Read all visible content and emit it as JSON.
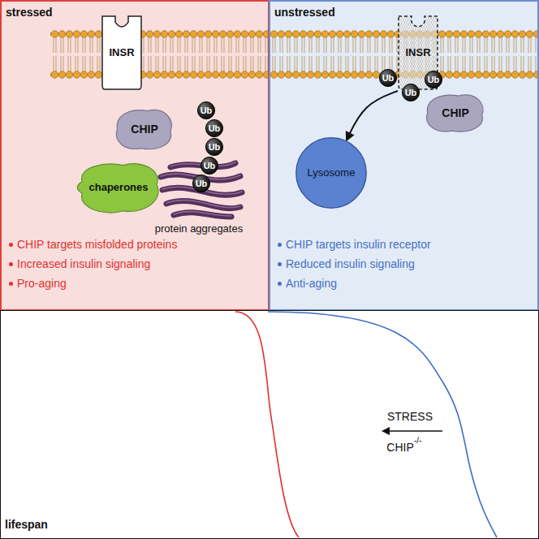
{
  "diagram": {
    "nodes": [
      {
        "text": [
          "stressed",
          "CHIP targets misfolded proteins",
          "Increased insulin signaling",
          "Pro-aging"
        ]
      },
      {
        "text": [
          "INSR"
        ],
        "in": 0
      },
      {
        "text": [
          "CHIP"
        ],
        "in": 0
      },
      {
        "text": [
          "chaperones"
        ],
        "in": 0
      },
      {
        "text": [
          "Ub"
        ],
        "in": 0
      },
      {
        "text": [
          "Ub"
        ],
        "in": 0
      },
      {
        "text": [
          "Ub"
        ],
        "in": 0
      },
      {
        "text": [
          "Ub"
        ],
        "in": 0
      },
      {
        "text": [
          "Ub"
        ],
        "in": 0
      },
      {
        "text": [
          "unstressed",
          "CHIP targets insulin receptor",
          "Reduced insulin signaling",
          "Anti-aging"
        ]
      },
      {
        "text": [
          "INSR"
        ],
        "in": 9
      },
      {
        "text": [
          "Ub"
        ],
        "in": 9
      },
      {
        "text": [
          "Ub"
        ],
        "in": 9
      },
      {
        "text": [
          "Ub"
        ],
        "in": 9
      },
      {
        "text": [
          "CHIP"
        ],
        "in": 9
      },
      {
        "text": [
          "Lysosome"
        ],
        "in": 9
      },
      {
        "text": [
          "lifespan"
        ]
      }
    ],
    "edges": [
      {
        "from": 10,
        "to": 15,
        "arrow": "to"
      }
    ],
    "labels": [
      "protein aggregates",
      "STRESS",
      "CHIP",
      "-/-"
    ]
  }
}
